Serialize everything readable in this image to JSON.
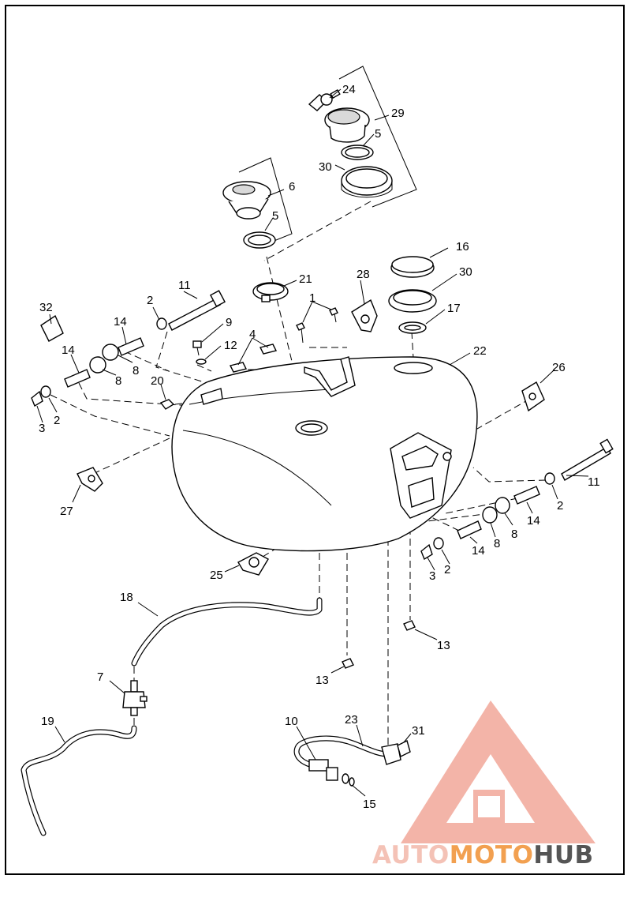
{
  "diagram": {
    "callouts": [
      {
        "id": "c1",
        "text": "1"
      },
      {
        "id": "c2a",
        "text": "2"
      },
      {
        "id": "c2b",
        "text": "2"
      },
      {
        "id": "c2c",
        "text": "2"
      },
      {
        "id": "c2d",
        "text": "2"
      },
      {
        "id": "c3a",
        "text": "3"
      },
      {
        "id": "c3b",
        "text": "3"
      },
      {
        "id": "c4",
        "text": "4"
      },
      {
        "id": "c5a",
        "text": "5"
      },
      {
        "id": "c5b",
        "text": "5"
      },
      {
        "id": "c6",
        "text": "6"
      },
      {
        "id": "c7",
        "text": "7"
      },
      {
        "id": "c8a",
        "text": "8"
      },
      {
        "id": "c8b",
        "text": "8"
      },
      {
        "id": "c8c",
        "text": "8"
      },
      {
        "id": "c8d",
        "text": "8"
      },
      {
        "id": "c9",
        "text": "9"
      },
      {
        "id": "c10",
        "text": "10"
      },
      {
        "id": "c11a",
        "text": "11"
      },
      {
        "id": "c11b",
        "text": "11"
      },
      {
        "id": "c12",
        "text": "12"
      },
      {
        "id": "c13a",
        "text": "13"
      },
      {
        "id": "c13b",
        "text": "13"
      },
      {
        "id": "c14a",
        "text": "14"
      },
      {
        "id": "c14b",
        "text": "14"
      },
      {
        "id": "c14c",
        "text": "14"
      },
      {
        "id": "c14d",
        "text": "14"
      },
      {
        "id": "c15",
        "text": "15"
      },
      {
        "id": "c16",
        "text": "16"
      },
      {
        "id": "c17",
        "text": "17"
      },
      {
        "id": "c18",
        "text": "18"
      },
      {
        "id": "c19",
        "text": "19"
      },
      {
        "id": "c20",
        "text": "20"
      },
      {
        "id": "c21",
        "text": "21"
      },
      {
        "id": "c22",
        "text": "22"
      },
      {
        "id": "c23",
        "text": "23"
      },
      {
        "id": "c24",
        "text": "24"
      },
      {
        "id": "c25",
        "text": "25"
      },
      {
        "id": "c26",
        "text": "26"
      },
      {
        "id": "c27",
        "text": "27"
      },
      {
        "id": "c28",
        "text": "28"
      },
      {
        "id": "c29",
        "text": "29"
      },
      {
        "id": "c30a",
        "text": "30"
      },
      {
        "id": "c30b",
        "text": "30"
      },
      {
        "id": "c31",
        "text": "31"
      },
      {
        "id": "c32",
        "text": "32"
      }
    ]
  },
  "watermark": {
    "part1": "AUTO",
    "part2": "MOTO",
    "part3": "HUB",
    "color_light": "#f2b8a8",
    "color_accent": "#f0a030",
    "color_dark": "#555555"
  }
}
